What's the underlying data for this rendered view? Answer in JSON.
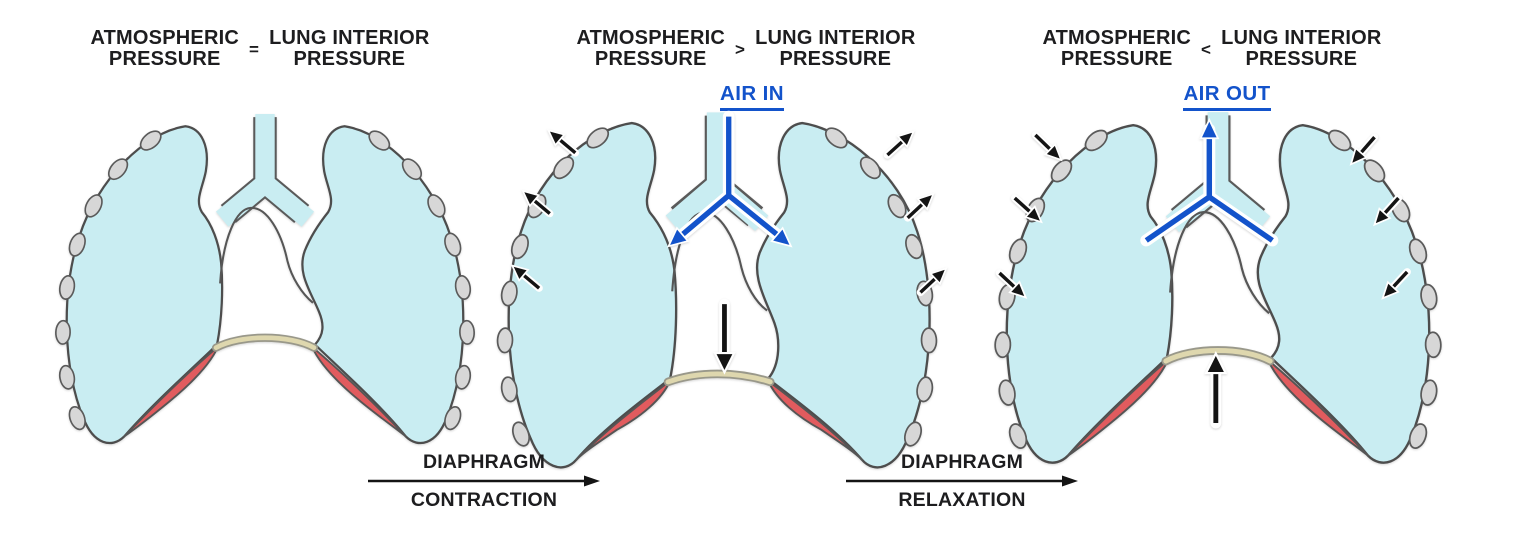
{
  "panels": [
    {
      "name": "equilibrium",
      "title": {
        "left_line1": "ATMOSPHERIC",
        "left_line2": "PRESSURE",
        "operator": "=",
        "right_line1": "LUNG INTERIOR",
        "right_line2": "PRESSURE"
      }
    },
    {
      "name": "inhalation",
      "title": {
        "left_line1": "ATMOSPHERIC",
        "left_line2": "PRESSURE",
        "operator": ">",
        "right_line1": "LUNG INTERIOR",
        "right_line2": "PRESSURE"
      },
      "air_label": "AIR IN"
    },
    {
      "name": "exhalation",
      "title": {
        "left_line1": "ATMOSPHERIC",
        "left_line2": "PRESSURE",
        "operator": "<",
        "right_line1": "LUNG INTERIOR",
        "right_line2": "PRESSURE"
      },
      "air_label": "AIR OUT"
    }
  ],
  "flow_labels": [
    {
      "line1": "DIAPHRAGM",
      "line2": "CONTRACTION"
    },
    {
      "line1": "DIAPHRAGM",
      "line2": "RELAXATION"
    }
  ],
  "colors": {
    "text": "#1d1d1f",
    "accent_blue": "#1353cb",
    "lung_fill": "#c9edf2",
    "outline": "#4d4d4d",
    "rib_fill": "#d7d7d7",
    "diaphragm_red": "#e15b5e",
    "diaphragm_tan": "#ded7ae",
    "arrow_black": "#141414"
  }
}
